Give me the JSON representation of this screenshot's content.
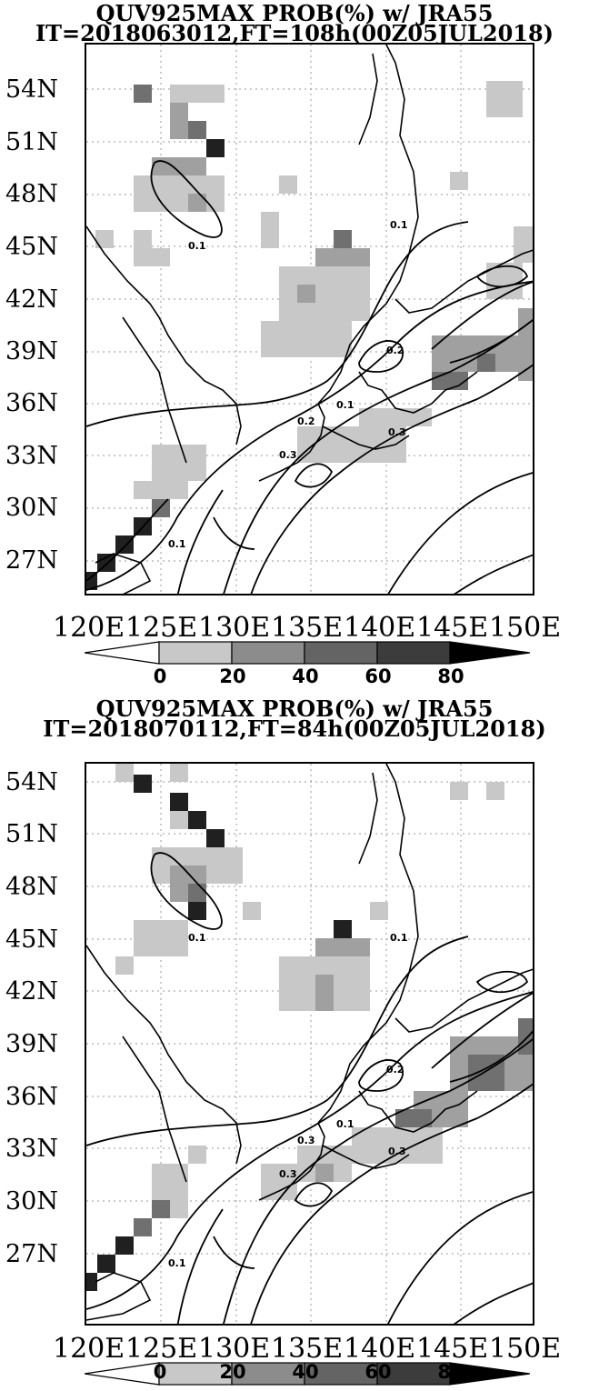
{
  "panels": [
    {
      "title_line1": "QUV925MAX PROB(%) w/ JRA55",
      "title_line2": "IT=2018063012,FT=108h(00Z05JUL2018)"
    },
    {
      "title_line1": "QUV925MAX PROB(%) w/ JRA55",
      "title_line2": "IT=2018070112,FT=84h(00Z05JUL2018)"
    }
  ],
  "lat_labels": [
    "54N",
    "51N",
    "48N",
    "45N",
    "42N",
    "39N",
    "36N",
    "33N",
    "30N",
    "27N"
  ],
  "lon_labels": [
    "120E",
    "125E",
    "130E",
    "135E",
    "140E",
    "145E",
    "150E"
  ],
  "colorbar": {
    "ticks": [
      "0",
      "20",
      "40",
      "60",
      "80"
    ],
    "colors": [
      "#ffffff",
      "#c8c8c8",
      "#8c8c8c",
      "#646464",
      "#3c3c3c",
      "#000000"
    ]
  },
  "contour_labels": [
    "0.1",
    "0.2",
    "0.3"
  ],
  "colors": {
    "shade_low": "#c8c8c8",
    "shade_mid": "#a0a0a0",
    "shade_high": "#707070",
    "shade_max": "#202020",
    "contour": "#000000",
    "grid": "#999999"
  }
}
